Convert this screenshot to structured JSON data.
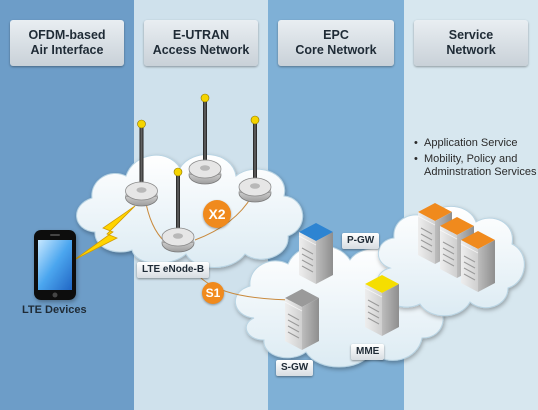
{
  "colors": {
    "col1": "#6d9dc8",
    "col2": "#cfe1ec",
    "col3": "#7fb0d6",
    "col4": "#d7e7ef",
    "badge": "#f08a1d",
    "lightning": "#ffd400",
    "blue_cap": "#2d84d2",
    "gray_cap": "#9a9a9a",
    "yellow_cap": "#f5de00",
    "orange_cap": "#f08a1d"
  },
  "columns": [
    {
      "title_line1": "OFDM-based",
      "title_line2": "Air Interface"
    },
    {
      "title_line1": "E-UTRAN",
      "title_line2": "Access Network"
    },
    {
      "title_line1": "EPC",
      "title_line2": "Core Network"
    },
    {
      "title_line1": "Service",
      "title_line2": "Network"
    }
  ],
  "labels": {
    "lte_devices": "LTE Devices",
    "enodeb": "LTE eNode-B",
    "pgw": "P-GW",
    "sgw": "S-GW",
    "mme": "MME"
  },
  "interfaces": {
    "x2": "X2",
    "s1": "S1"
  },
  "services": [
    "Application Service",
    "Mobility, Policy and Adminstration Services"
  ],
  "icons": [
    "mobile-phone-icon",
    "radio-tower-icon",
    "server-icon",
    "lightning-icon",
    "cloud-icon"
  ]
}
